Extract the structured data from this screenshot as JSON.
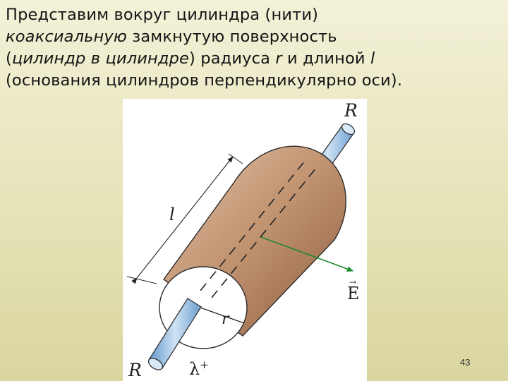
{
  "slide": {
    "text_lines": [
      {
        "parts": [
          {
            "t": "Представим вокруг цилиндра (нити)"
          }
        ]
      },
      {
        "parts": [
          {
            "t": "коаксиальную",
            "italic": true
          },
          {
            "t": " замкнутую поверхность"
          }
        ]
      },
      {
        "parts": [
          {
            "t": "("
          },
          {
            "t": "цилиндр в цилиндре",
            "italic": true
          },
          {
            "t": ") радиуса "
          },
          {
            "t": "r",
            "italic": true
          },
          {
            "t": " и длиной "
          },
          {
            "t": "l",
            "italic": true
          }
        ]
      },
      {
        "parts": [
          {
            "t": "(основания цилиндров перпендикулярно оси)."
          }
        ]
      }
    ],
    "page_number": "43"
  },
  "figure": {
    "labels": {
      "R_top": "R",
      "R_bottom": "R",
      "l": "l",
      "E": "E",
      "r": "r",
      "lambda": "λ",
      "lambda_sup": "+"
    },
    "colors": {
      "cylinder_body": "#b08060",
      "thread": "#9cc3e6",
      "field_arrow": "#1a8a2a"
    }
  }
}
